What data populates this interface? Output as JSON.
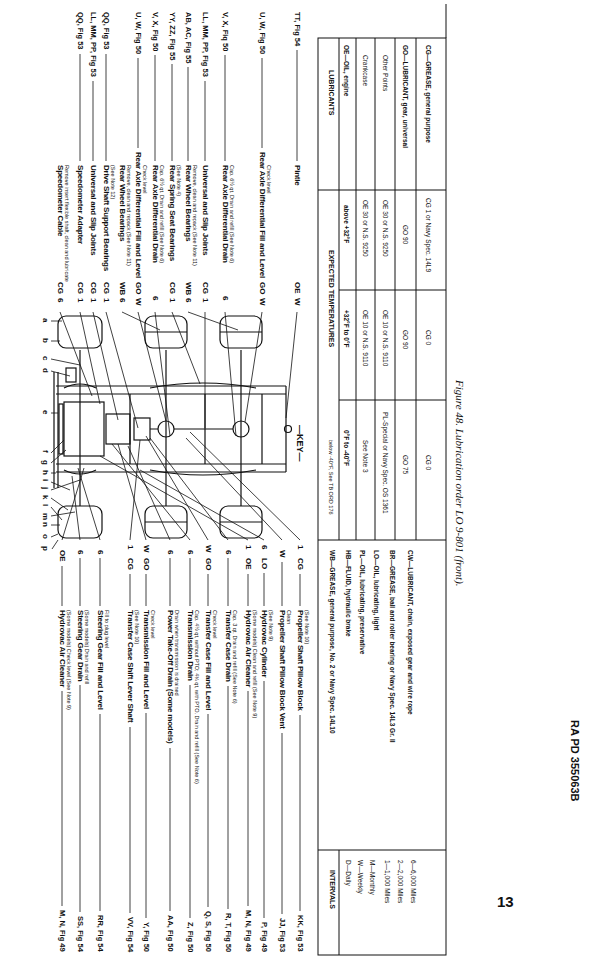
{
  "diagram": {
    "caption": "Figure 48. Lubrication order LO 9-801 (front).",
    "labels": [
      "Speedometer Cable",
      "CG",
      "6",
      "Remove insert flexible shaft, clean and lubricate",
      "QQ, Fig 53",
      "Speedometer Adapter",
      "CG",
      "1",
      "LL, MM, PP, Fig 53",
      "Universal and Slip Joints",
      "CG",
      "1",
      "QQ, Fig 53",
      "Drive Shaft Support Bearings",
      "CG",
      "1",
      "(See Note 12)",
      "Rear Wheel Bearings",
      "WB",
      "6",
      "Remove, clean and repack (See Note 11)",
      "U, W, Fig 50",
      "Rear Axle Differential Fill and Level",
      "GO",
      "W",
      "Check level",
      "V, X, Fig 50",
      "Rear Axle Differential Drain",
      "6",
      "Cap. 6½ qt. Drain and refill (See Note 6)",
      "YY, ZZ, Fig 55",
      "Rear Spring Seat Bearings",
      "CG",
      "1",
      "(See Note 4)",
      "AB, AC, Fig 55",
      "Rear Wheel Bearings",
      "WB",
      "6",
      "Remove, clean and repack (See Note 11)",
      "LL, MM, PP, Fig 53",
      "Universal and Slip Joints",
      "CG",
      "1",
      "V, X, Fiq 50",
      "Rear Axle Differential Drain",
      "6",
      "Cap. 6½ qt. Drain and refill (See Note 6)",
      "U, W, Fig 50",
      "Rear Axle Differential Fill and Level",
      "GO",
      "W",
      "Check level",
      "TT, Fig 54",
      "Pintle",
      "OE",
      "W",
      "OE",
      "Hydrovac Air Cleaner",
      "(Some models) Check level (See Note 9)",
      "M, N, Fig 49",
      "6",
      "Steering Gear Drain",
      "(Some models) Drain and refill",
      "SS, Fig 54",
      "6",
      "Steering Gear Fill and Level",
      "Fill to plug level",
      "RR, Fig 54",
      "1",
      "CG",
      "Transfer Case Shift Lever Shaft",
      "(See Note 10)",
      "VV, Fig 54",
      "W",
      "GO",
      "Transmission Fill and Level",
      "Check level",
      "Y, Fig 50",
      "6",
      "Power Take-Off Drain (Some models)",
      "Drain when transmission is drained",
      "AA, Fig 50",
      "6",
      "Transmission Drain",
      "Cap. 4½ qt, without PTO; 4¾ qt, with PTO. Drain and refill (See Note 6)",
      "Z, Fig 50",
      "W",
      "GO",
      "Transfer Case Fill and Level",
      "Check level",
      "Q, S, Fig 50",
      "6",
      "Transfer Case Drain",
      "Cap. 3 qt. Drain and refill (See Note 6)",
      "R, T, Fig 50",
      "1",
      "OE",
      "Hydrovac Air Cleaner",
      "(Some models) Clean and refill (See Note 9)",
      "M, N, Fig 49",
      "6",
      "LO",
      "Hydrovac Cylinder",
      "(See Note 9)",
      "P, Fig 49",
      "W",
      "Propeller Shaft Pillow Block Vent",
      "Clean",
      "JJ, Fig 53",
      "1",
      "CG",
      "Propeller Shaft Pillow Block",
      "(See Note 10)",
      "KK, Fig 53",
      "a",
      "b",
      "c",
      "d",
      "e",
      "f",
      "g",
      "h",
      "i",
      "j",
      "k",
      "l",
      "m",
      "n",
      "o",
      "p",
      "—KEY—",
      "LUBRICANTS",
      "EXPECTED TEMPERATURES",
      "below -40°F, See TB ORD 176",
      "OE—OIL, engine",
      "above +32°F",
      "+32°F to 0°F",
      "0°F to -40°F",
      "Crankcase",
      "OE 30 or N.S. 9250",
      "OE 10 or N.S. 9110",
      "See Note 3",
      "Other Points",
      "OE 30 or N.S. 9250",
      "OE 10 or N.S. 9110",
      "PL-Special or Navy Spec. OS 1361",
      "GO—LUBRICANT, gear, universal",
      "GO 90",
      "GO 90",
      "GO 75",
      "CG—GREASE, general purpose",
      "CG 1 or Navy Spec. 14L9",
      "CG 0",
      "CG 0",
      "WB—GREASE, general purpose, No. 2 or Navy Spec. 14L10",
      "HB—FLUID, hydraulic brake",
      "PL—OIL, lubricating, preservative",
      "LO—OIL, lubricating, light",
      "BR—GREASE, ball and roller bearing or Navy Spec. 14L3 Gr. II",
      "CW—LUBRICANT, chain, exposed gear and wire rope",
      "INTERVALS",
      "D—Daily",
      "W—Weekly",
      "M—Monthly",
      "1—1,000 Miles",
      "2—2,000 Miles",
      "6—6,000 Miles",
      "RA PD 355063B",
      "13"
    ]
  }
}
